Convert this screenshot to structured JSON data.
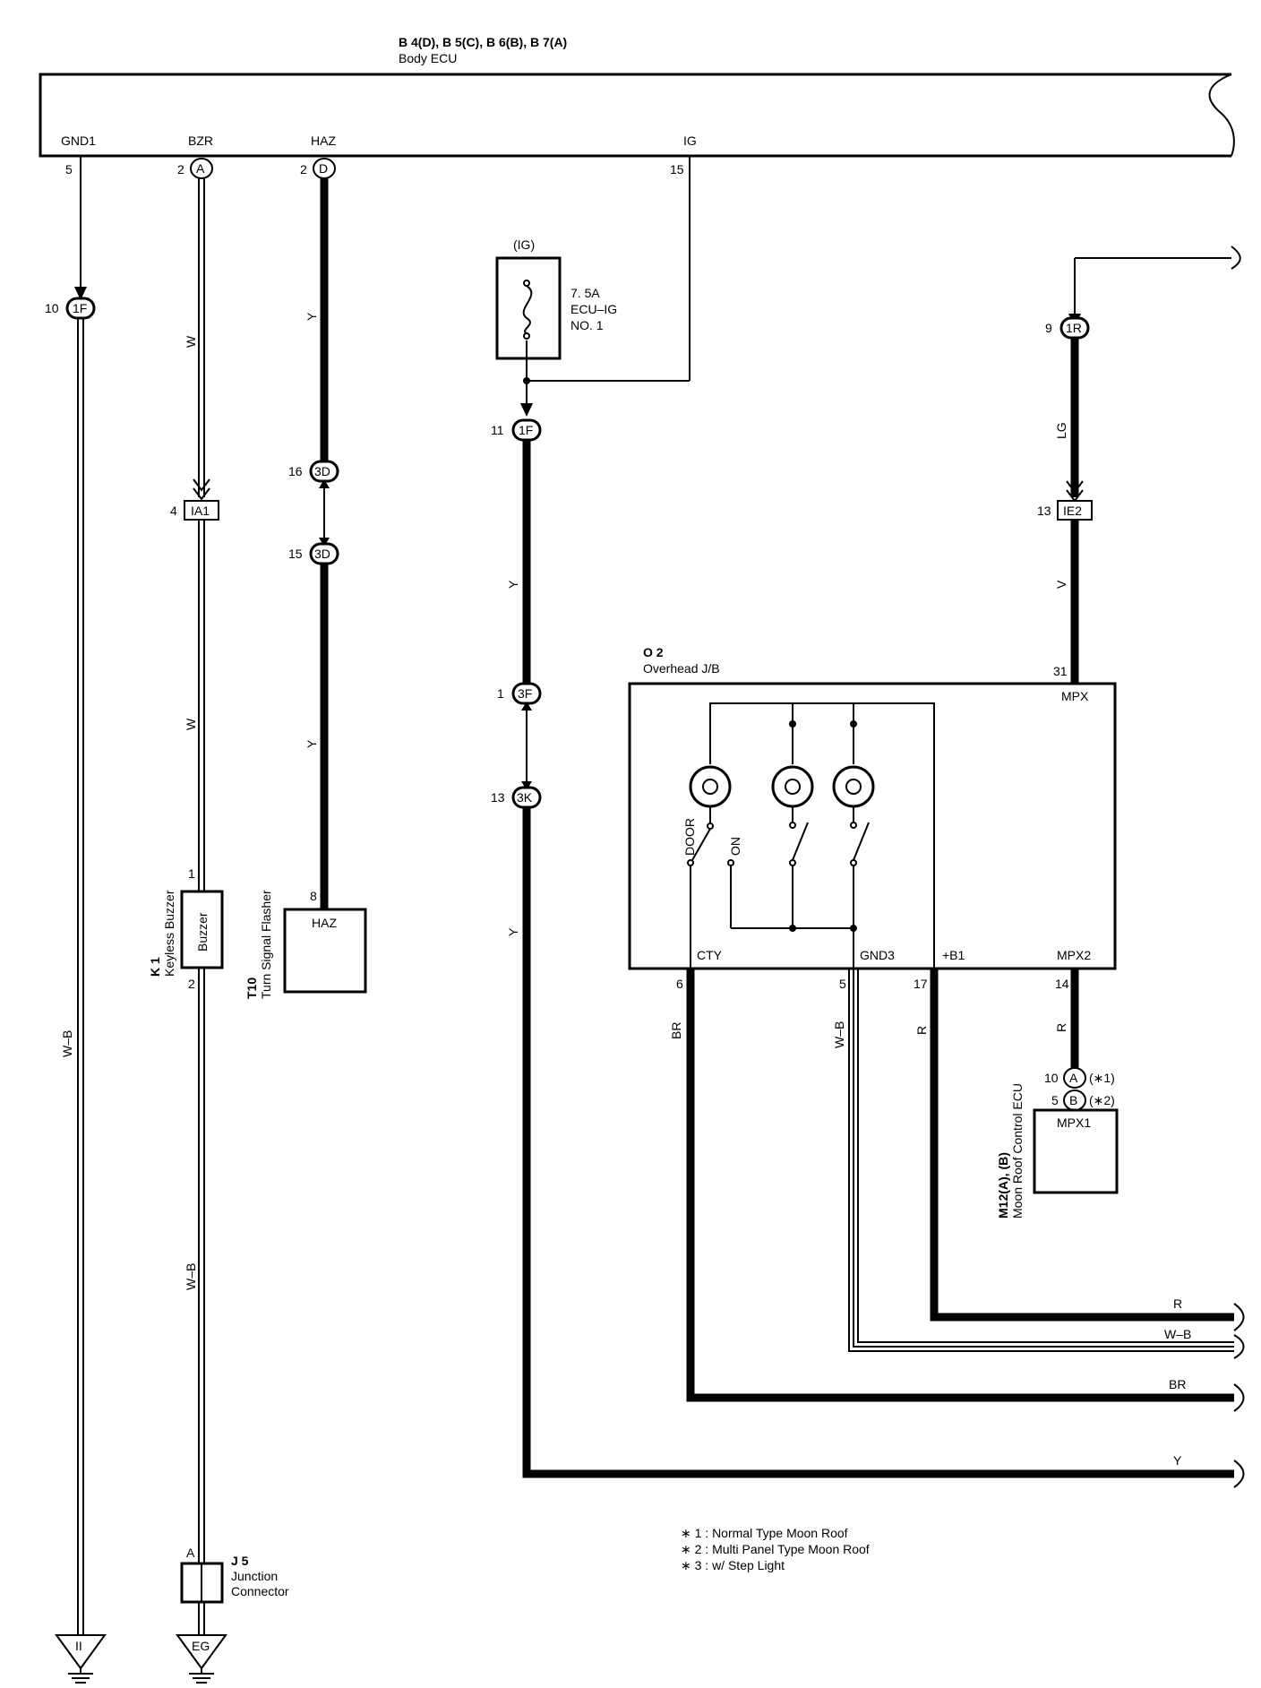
{
  "header": {
    "connector_ids": "B 4(D), B 5(C), B 6(B), B 7(A)",
    "component": "Body ECU"
  },
  "ecu_terminals": {
    "gnd1": "GND1",
    "gnd1_pin": "5",
    "bzr": "BZR",
    "bzr_pin": "2",
    "bzr_conn": "A",
    "haz": "HAZ",
    "haz_pin": "2",
    "haz_conn": "D",
    "ig": "IG",
    "ig_pin": "15"
  },
  "fuse": {
    "group": "(IG)",
    "rating": "7. 5A",
    "name": "ECU–IG",
    "number": "NO. 1"
  },
  "junctions": {
    "j1": {
      "pin": "10",
      "id": "1F"
    },
    "j2": {
      "pin": "11",
      "id": "1F"
    },
    "j3": {
      "pin": "16",
      "id": "3D"
    },
    "j4": {
      "pin": "15",
      "id": "3D"
    },
    "j5": {
      "pin": "1",
      "id": "3F"
    },
    "j6": {
      "pin": "13",
      "id": "3K"
    },
    "j7": {
      "pin": "9",
      "id": "1R"
    },
    "c1": {
      "pin": "4",
      "id": "IA1"
    },
    "c2": {
      "pin": "13",
      "id": "IE2"
    }
  },
  "wire_colors": {
    "w1": "W",
    "w2": "W",
    "w3": "W–B",
    "w4": "W–B",
    "y1": "Y",
    "y2": "Y",
    "y3": "Y",
    "y4": "Y",
    "y5": "Y",
    "lg": "LG",
    "v": "V",
    "br": "BR",
    "wb2": "W–B",
    "r1": "R",
    "r2": "R",
    "out_r": "R",
    "out_wb": "W–B",
    "out_br": "BR",
    "out_y": "Y"
  },
  "buzzer": {
    "id": "K 1",
    "name": "Keyless Buzzer",
    "inner": "Buzzer",
    "pin_top": "1",
    "pin_bottom": "2"
  },
  "flasher": {
    "id": "T10",
    "name": "Turn Signal Flasher",
    "inner": "HAZ",
    "pin": "8"
  },
  "junction_connector": {
    "id": "J 5",
    "name_line1": "Junction",
    "name_line2": "Connector",
    "pin": "A"
  },
  "grounds": {
    "g1": "II",
    "g2": "EG"
  },
  "overhead_jb": {
    "id": "O 2",
    "name": "Overhead J/B",
    "mpx": "MPX",
    "mpx_pin": "31",
    "door": "DOOR",
    "on": "ON",
    "cty": "CTY",
    "cty_pin": "6",
    "gnd3": "GND3",
    "gnd3_pin": "5",
    "b1": "+B1",
    "b1_pin": "17",
    "mpx2": "MPX2",
    "mpx2_pin": "14"
  },
  "moon_roof_ecu": {
    "id": "M12(A), (B)",
    "name": "Moon Roof Control ECU",
    "inner": "MPX1",
    "pin_a": "10",
    "conn_a": "A",
    "note_a": "(∗1)",
    "pin_b": "5",
    "conn_b": "B",
    "note_b": "(∗2)"
  },
  "notes": [
    "∗ 1 : Normal Type Moon Roof",
    "∗ 2 : Multi Panel Type Moon Roof",
    "∗ 3 : w/ Step Light"
  ]
}
